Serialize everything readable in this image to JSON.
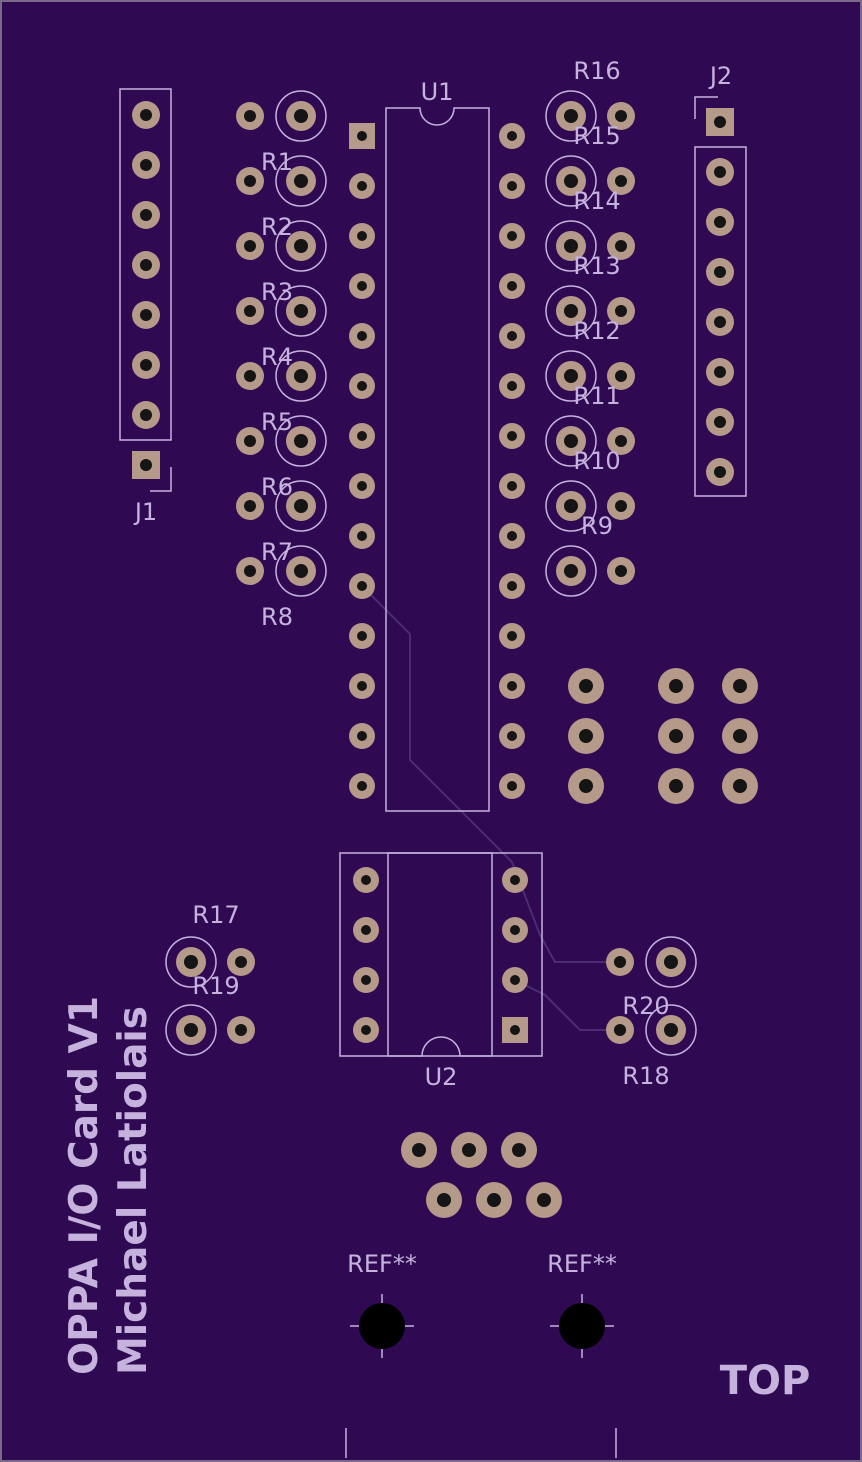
{
  "board": {
    "side_label": "TOP",
    "title_line1": "OPPA I/O Card V1",
    "title_line2": "Michael Latiolais",
    "colors": {
      "substrate": "#2f0a52",
      "silkscreen": "#c6b3dd",
      "copper_pad": "#b59a8a",
      "drill_hole": "#151515",
      "trace": "#4b2c74"
    }
  },
  "designators": {
    "U1": "U1",
    "U2": "U2",
    "J1": "J1",
    "J2": "J2",
    "R1": "R1",
    "R2": "R2",
    "R3": "R3",
    "R4": "R4",
    "R5": "R5",
    "R6": "R6",
    "R7": "R7",
    "R8": "R8",
    "R9": "R9",
    "R10": "R10",
    "R11": "R11",
    "R12": "R12",
    "R13": "R13",
    "R14": "R14",
    "R15": "R15",
    "R16": "R16",
    "R17": "R17",
    "R18": "R18",
    "R19": "R19",
    "R20": "R20",
    "REF_left": "REF**",
    "REF_right": "REF**"
  }
}
